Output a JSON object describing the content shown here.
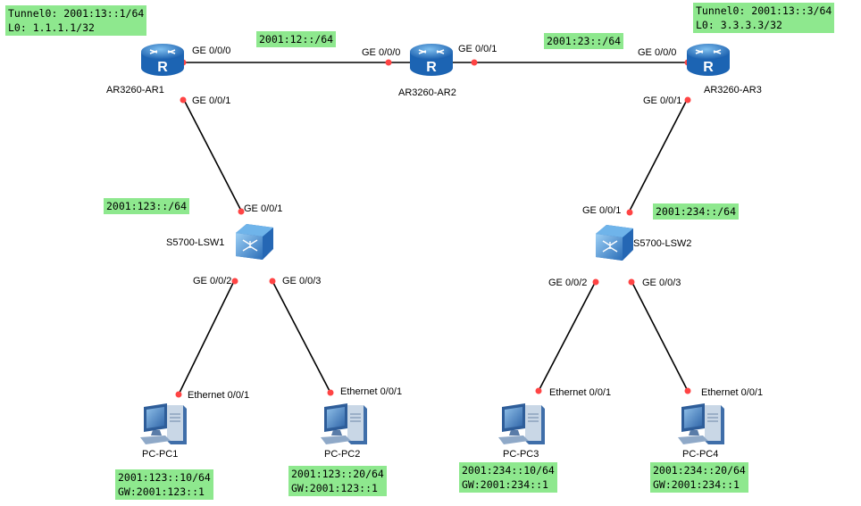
{
  "colors": {
    "link": "#000000",
    "port": "#ff4444",
    "note_bg": "#8ee88e",
    "router": "#1e73c9",
    "switch": "#2d7fd0",
    "pc": "#4a7fc0"
  },
  "notes": {
    "ar1_line1": "Tunnel0: 2001:13::1/64",
    "ar1_line2": "L0: 1.1.1.1/32",
    "ar3_line1": "Tunnel0: 2001:13::3/64",
    "ar3_line2": "L0: 3.3.3.3/32",
    "net12": "2001:12::/64",
    "net23": "2001:23::/64",
    "net123": "2001:123::/64",
    "net234": "2001:234::/64",
    "pc1_ip": "2001:123::10/64",
    "pc1_gw": "GW:2001:123::1",
    "pc2_ip": "2001:123::20/64",
    "pc2_gw": "GW:2001:123::1",
    "pc3_ip": "2001:234::10/64",
    "pc3_gw": "GW:2001:234::1",
    "pc4_ip": "2001:234::20/64",
    "pc4_gw": "GW:2001:234::1"
  },
  "devices": {
    "ar1": "AR3260-AR1",
    "ar2": "AR3260-AR2",
    "ar3": "AR3260-AR3",
    "lsw1": "S5700-LSW1",
    "lsw2": "S5700-LSW2",
    "pc1": "PC-PC1",
    "pc2": "PC-PC2",
    "pc3": "PC-PC3",
    "pc4": "PC-PC4"
  },
  "ports": {
    "ar1_ge000": "GE 0/0/0",
    "ar1_ge001": "GE 0/0/1",
    "ar2_ge000": "GE 0/0/0",
    "ar2_ge001": "GE 0/0/1",
    "ar3_ge000": "GE 0/0/0",
    "ar3_ge001": "GE 0/0/1",
    "lsw1_ge001": "GE 0/0/1",
    "lsw1_ge002": "GE 0/0/2",
    "lsw1_ge003": "GE 0/0/3",
    "lsw2_ge001": "GE 0/0/1",
    "lsw2_ge002": "GE 0/0/2",
    "lsw2_ge003": "GE 0/0/3",
    "pc1_eth": "Ethernet 0/0/1",
    "pc2_eth": "Ethernet 0/0/1",
    "pc3_eth": "Ethernet 0/0/1",
    "pc4_eth": "Ethernet 0/0/1"
  }
}
